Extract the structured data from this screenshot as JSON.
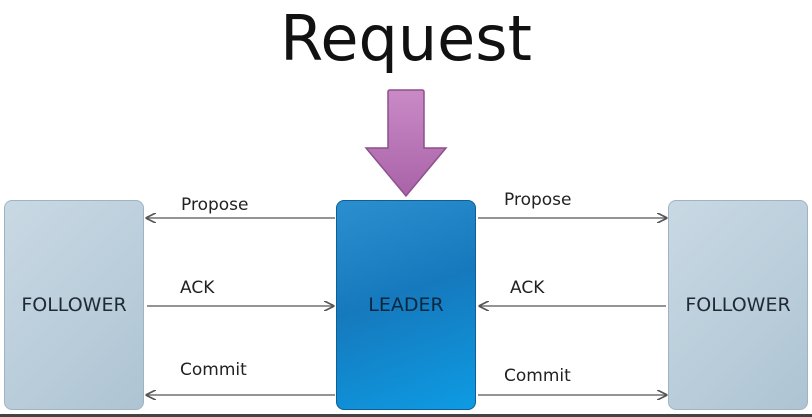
{
  "title": "Request",
  "nodes": {
    "follower_left": "FOLLOWER",
    "leader": "LEADER",
    "follower_right": "FOLLOWER"
  },
  "left_messages": {
    "propose": "Propose",
    "ack": "ACK",
    "commit": "Commit"
  },
  "right_messages": {
    "propose": "Propose",
    "ack": "ACK",
    "commit": "Commit"
  },
  "colors": {
    "request_arrow": "#b97ab8",
    "leader": "#1679bd",
    "follower": "#bcd0dd",
    "connector": "#555555"
  }
}
